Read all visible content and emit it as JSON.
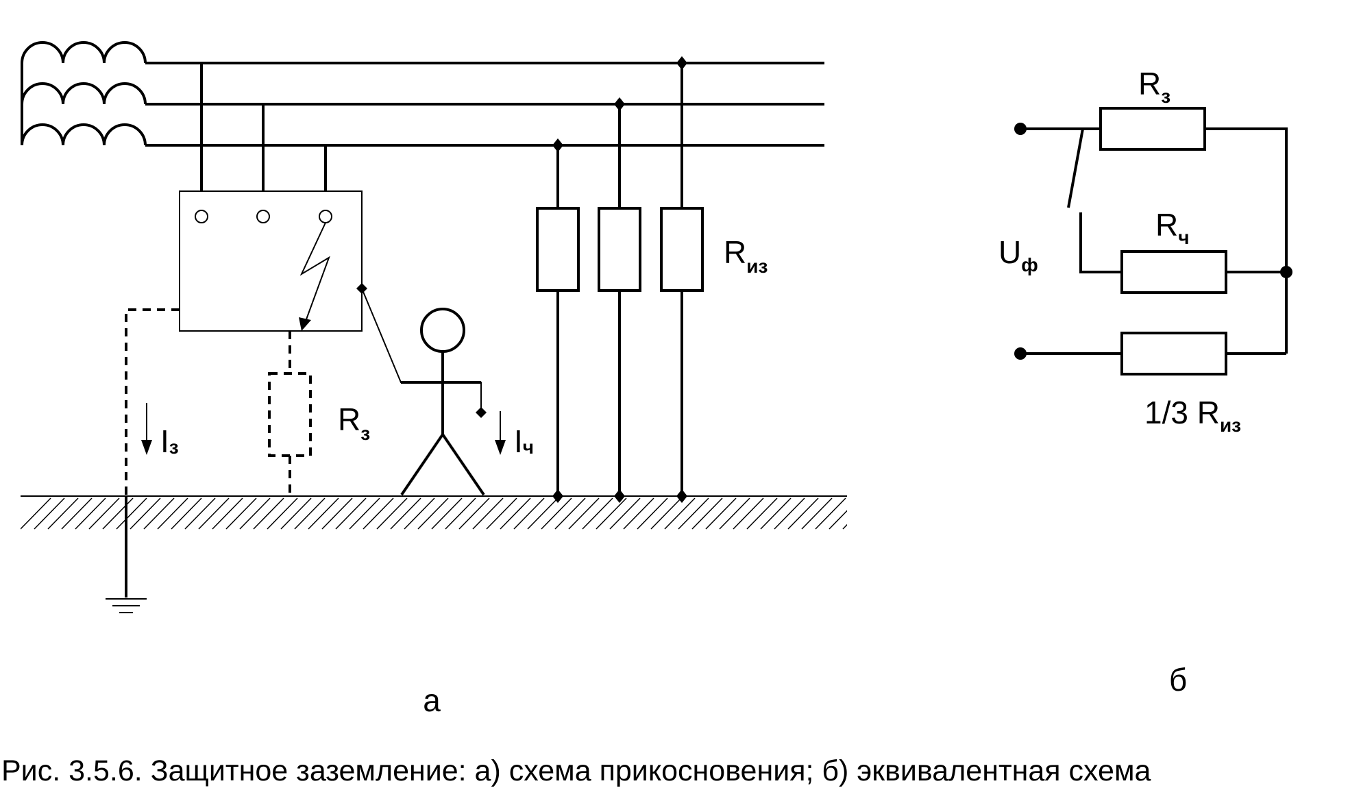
{
  "diagram_a": {
    "label": "а",
    "r_iz": {
      "main": "R",
      "sub": "из"
    },
    "r_z": {
      "main": "R",
      "sub": "з"
    },
    "i_z": {
      "main": "I",
      "sub": "з"
    },
    "i_ch": {
      "main": "I",
      "sub": "ч"
    }
  },
  "diagram_b": {
    "label": "б",
    "r_z": {
      "main": "R",
      "sub": "з"
    },
    "r_ch": {
      "main": "R",
      "sub": "ч"
    },
    "r_iz": {
      "main": "1/3 R",
      "sub": "из"
    },
    "u_f": {
      "main": "U",
      "sub": "ф"
    }
  },
  "caption": "Рис. 3.5.6. Защитное заземление:  а) схема прикосновения;   б) эквивалентная схема"
}
